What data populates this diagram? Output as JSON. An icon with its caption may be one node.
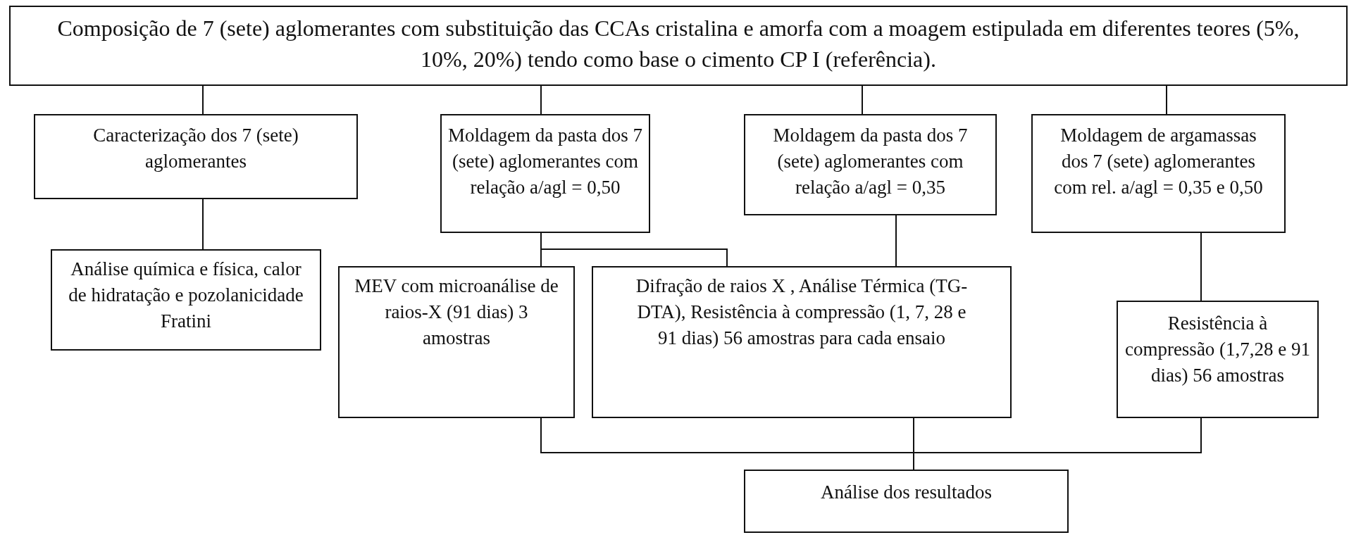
{
  "diagram": {
    "nodes": [
      {
        "text": [
          "Composição de 7 (sete) aglomerantes com substituição das CCAs cristalina e amorfa com a moagem estipulada em diferentes teores (5%, 10%, 20%) tendo como base o cimento CP I (referência)."
        ]
      },
      {
        "text": [
          "Caracterização dos 7 (sete) aglomerantes"
        ]
      },
      {
        "text": [
          "Moldagem da pasta dos 7 (sete) aglomerantes com relação a/agl = 0,50"
        ]
      },
      {
        "text": [
          "Moldagem da pasta dos 7 (sete) aglomerantes com relação a/agl = 0,35"
        ]
      },
      {
        "text": [
          "Moldagem de argamassas dos 7 (sete) aglomerantes com rel. a/agl = 0,35 e 0,50"
        ]
      },
      {
        "text": [
          "Análise química e física, calor de hidratação e pozolanicidade Fratini"
        ]
      },
      {
        "text": [
          "MEV com microanálise de raios-X (91 dias) 3 amostras"
        ]
      },
      {
        "text": [
          "Difração de raios X , Análise Térmica (TG-DTA), Resistência à compressão (1, 7, 28 e 91 dias) 56 amostras para cada ensaio"
        ]
      },
      {
        "text": [
          "Resistência à compressão (1,7,28 e 91 dias) 56 amostras"
        ]
      },
      {
        "text": [
          "Análise dos resultados"
        ]
      }
    ],
    "edges": [
      {
        "from": 0,
        "to": 1,
        "arrow": "none"
      },
      {
        "from": 0,
        "to": 2,
        "arrow": "none"
      },
      {
        "from": 0,
        "to": 3,
        "arrow": "none"
      },
      {
        "from": 0,
        "to": 4,
        "arrow": "none"
      },
      {
        "from": 1,
        "to": 5,
        "arrow": "none"
      },
      {
        "from": 2,
        "to": 6,
        "arrow": "none"
      },
      {
        "from": 2,
        "to": 7,
        "arrow": "none"
      },
      {
        "from": 3,
        "to": 7,
        "arrow": "none"
      },
      {
        "from": 4,
        "to": 8,
        "arrow": "none"
      },
      {
        "from": 6,
        "to": 9,
        "arrow": "none"
      },
      {
        "from": 7,
        "to": 9,
        "arrow": "none"
      },
      {
        "from": 8,
        "to": 9,
        "arrow": "none"
      }
    ]
  }
}
